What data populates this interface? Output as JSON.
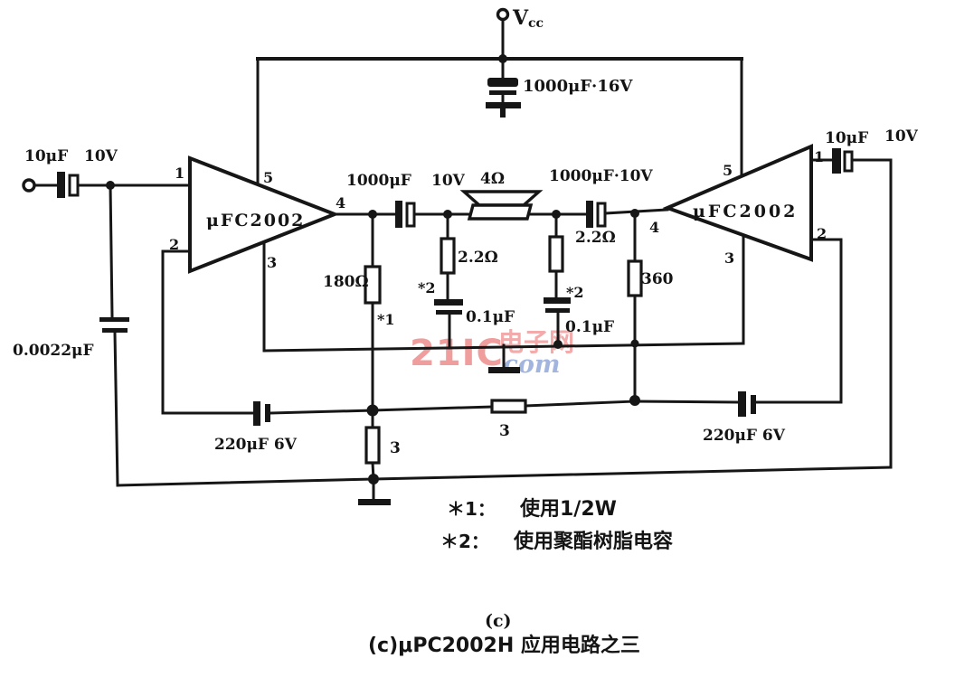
{
  "power": {
    "vcc_main": "V",
    "vcc_sub": "cc",
    "supply_cap_label": "1000μF·16V"
  },
  "left_channel": {
    "input_cap_value": "10μF",
    "input_cap_voltage": "10V",
    "lowpass_cap": "0.0022μF",
    "amp_name": "μFC2002",
    "output_cap_value": "1000μF",
    "output_cap_voltage": "10V",
    "zobel_resistor": "2.2Ω",
    "zobel_note": "*2",
    "zobel_cap": "0.1μF",
    "feedback_resistor": "180Ω",
    "feedback_note": "*1",
    "feedback_cap": "220μF 6V",
    "gain_resistor": "3"
  },
  "right_channel": {
    "amp_name": "μFC2002",
    "output_cap_label": "1000μF·10V",
    "zobel_resistor": "2.2Ω",
    "zobel_note": "*2",
    "zobel_cap": "0.1μF",
    "feedback_resistor": "360",
    "bridge_resistor": "3",
    "feedback_cap": "220μF 6V",
    "input_cap_value": "10μF",
    "input_cap_voltage": "10V"
  },
  "speaker": {
    "impedance": "4Ω"
  },
  "pins": {
    "p1": "1",
    "p2": "2",
    "p3": "3",
    "p4": "4",
    "p5": "5"
  },
  "watermark": {
    "brand": "21IC",
    "cn": "电子网",
    "domain": ".com"
  },
  "notes": {
    "note1_marker": "＊1：",
    "note1_text": "使用1/2W",
    "note2_marker": "＊2：",
    "note2_text": "使用聚酯树脂电容"
  },
  "caption": {
    "sub_label": "(c)",
    "title": "(c)μPC2002H 应用电路之三"
  }
}
